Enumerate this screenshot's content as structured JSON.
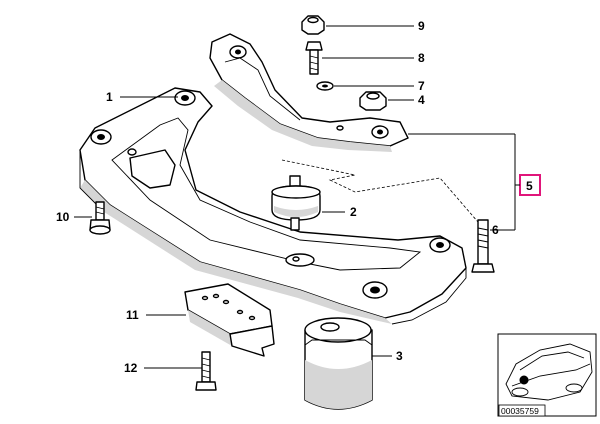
{
  "callouts": {
    "c1": "1",
    "c2": "2",
    "c3": "3",
    "c4": "4",
    "c5": "5",
    "c6": "6",
    "c7": "7",
    "c8": "8",
    "c9": "9",
    "c10": "10",
    "c11": "11",
    "c12": "12"
  },
  "diagram_id": "00035759",
  "colors": {
    "highlight_box": "#e0157a",
    "line": "#000000",
    "shade": "#d6d6d6"
  },
  "icons": [
    "vehicle-location-thumbnail"
  ]
}
